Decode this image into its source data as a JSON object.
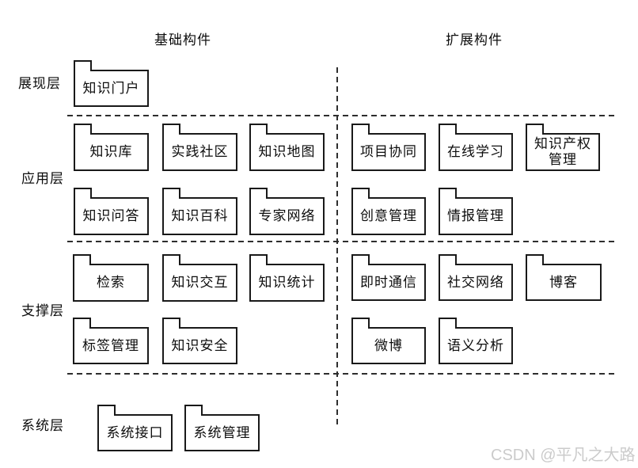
{
  "diagram": {
    "headers": {
      "basic": "基础构件",
      "extended": "扩展构件"
    },
    "layer_labels": {
      "presentation": "展现层",
      "application": "应用层",
      "support": "支撑层",
      "system": "系统层"
    },
    "packages": {
      "knowledge_portal": "知识门户",
      "knowledge_base": "知识库",
      "practice_community": "实践社区",
      "knowledge_map": "知识地图",
      "knowledge_qa": "知识问答",
      "knowledge_wiki": "知识百科",
      "expert_network": "专家网络",
      "retrieval": "检索",
      "knowledge_interaction": "知识交互",
      "knowledge_statistics": "知识统计",
      "tag_management": "标签管理",
      "knowledge_security": "知识安全",
      "system_interface": "系统接口",
      "system_management": "系统管理",
      "project_collaboration": "项目协同",
      "online_learning": "在线学习",
      "ip_management": "知识产权\n管理",
      "idea_management": "创意管理",
      "intelligence_management": "情报管理",
      "instant_messaging": "即时通信",
      "social_network": "社交网络",
      "blog": "博客",
      "microblog": "微博",
      "semantic_analysis": "语义分析"
    },
    "colors": {
      "line": "#191919",
      "background": "#ffffff"
    }
  },
  "watermark": {
    "text": "CSDN @平凡之大路",
    "color": "#cbcbcb"
  }
}
